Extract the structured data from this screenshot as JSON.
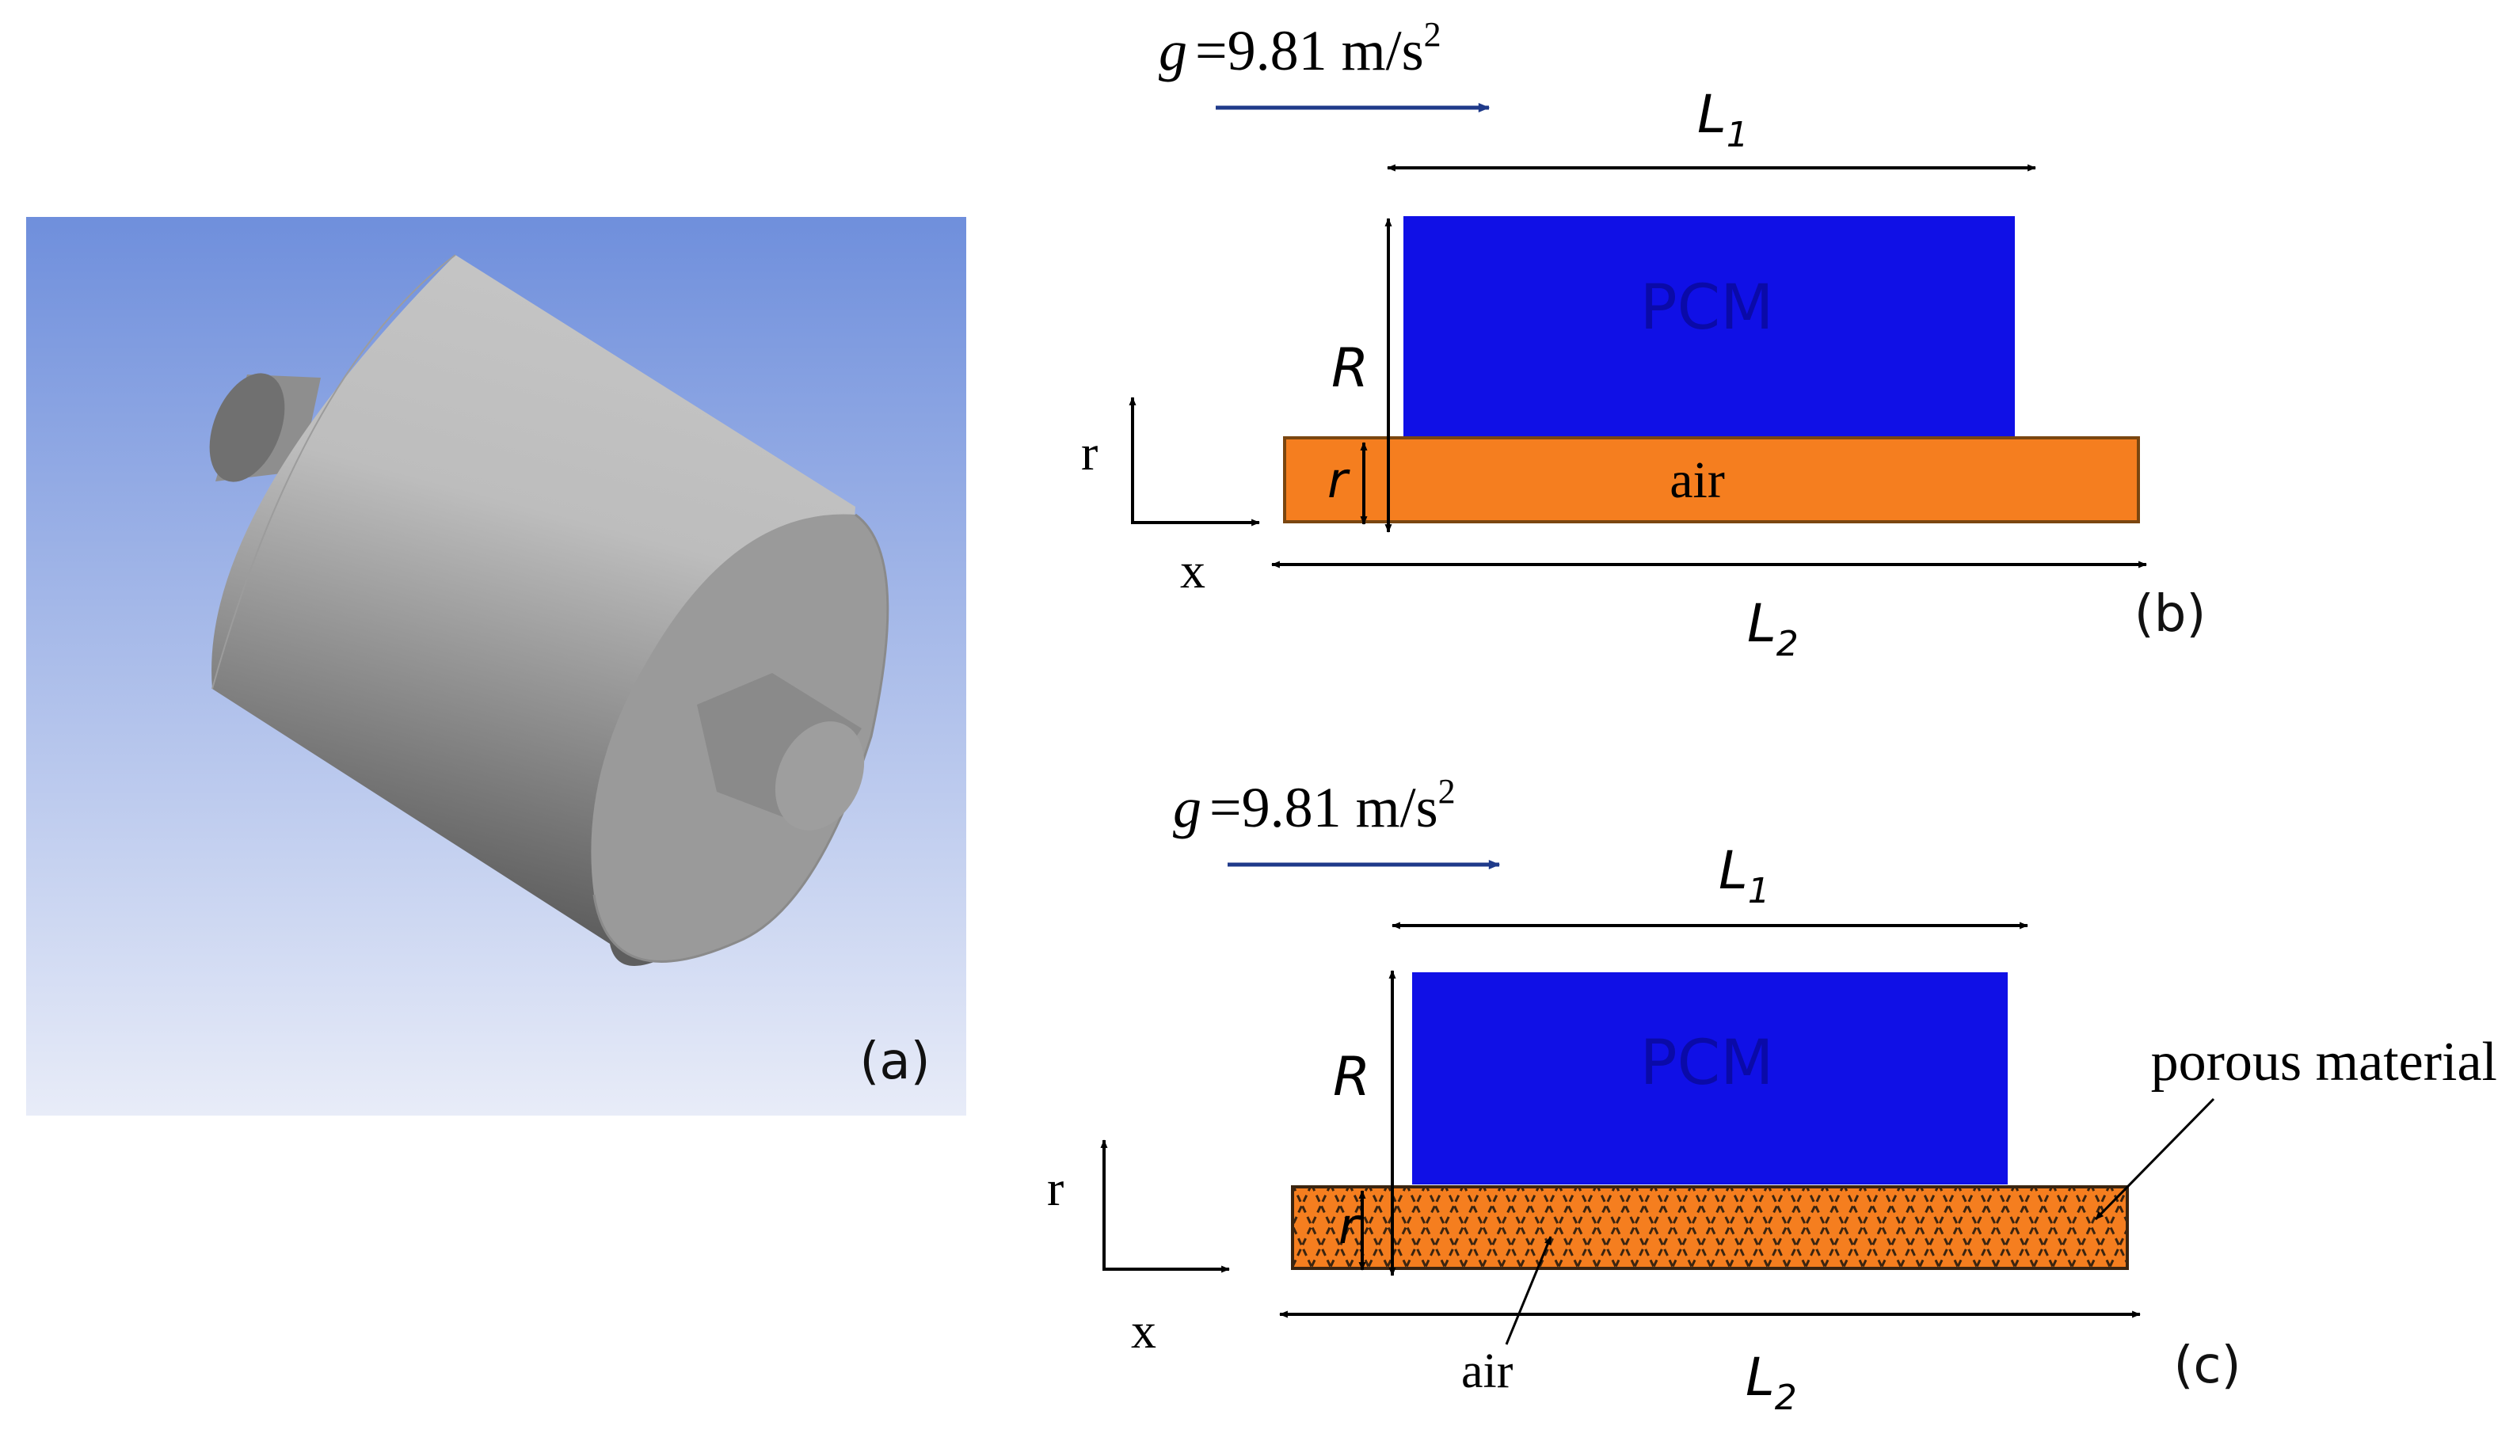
{
  "colors": {
    "bg_top": "#6f8fdc",
    "bg_bottom": "#e8ecf8",
    "pcm": "#1010e6",
    "pcm_text": "#0a0aa8",
    "air": "#f57e1f",
    "air_border": "#7a4610",
    "gravity_arrow": "#1f3a8a",
    "line": "#000000",
    "cylinder_light": "#c4c4c4",
    "cylinder_dark": "#6a6a6a",
    "cylinder_face": "#9a9a9a"
  },
  "panel_a": {
    "tag": "(a)"
  },
  "panel_b": {
    "g_prefix": "g",
    "g_value": "=9.81 m/s",
    "g_exp": "2",
    "L1_base": "L",
    "L1_sub": "1",
    "L2_base": "L",
    "L2_sub": "2",
    "R": "R",
    "r": "r",
    "pcm": "PCM",
    "air": "air",
    "axis_r": "r",
    "axis_x": "x",
    "tag": "(b)"
  },
  "panel_c": {
    "g_prefix": "g",
    "g_value": "=9.81 m/s",
    "g_exp": "2",
    "L1_base": "L",
    "L1_sub": "1",
    "L2_base": "L",
    "L2_sub": "2",
    "R": "R",
    "r": "r",
    "pcm": "PCM",
    "air": "air",
    "porous": "porous material",
    "axis_r": "r",
    "axis_x": "x",
    "tag": "(c)"
  }
}
